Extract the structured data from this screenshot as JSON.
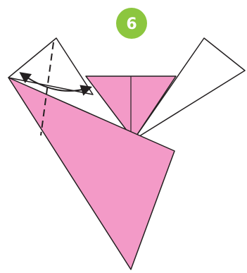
{
  "step": {
    "number": "6"
  },
  "colors": {
    "badge": "#8cc63f",
    "badge_text": "#ffffff",
    "paper_pink": "#f39ac7",
    "paper_white": "#ffffff",
    "outline": "#231f20"
  },
  "diagram": {
    "icons": [
      "fold-guide-dashed-line",
      "rotate-arrow-double-headed"
    ]
  }
}
